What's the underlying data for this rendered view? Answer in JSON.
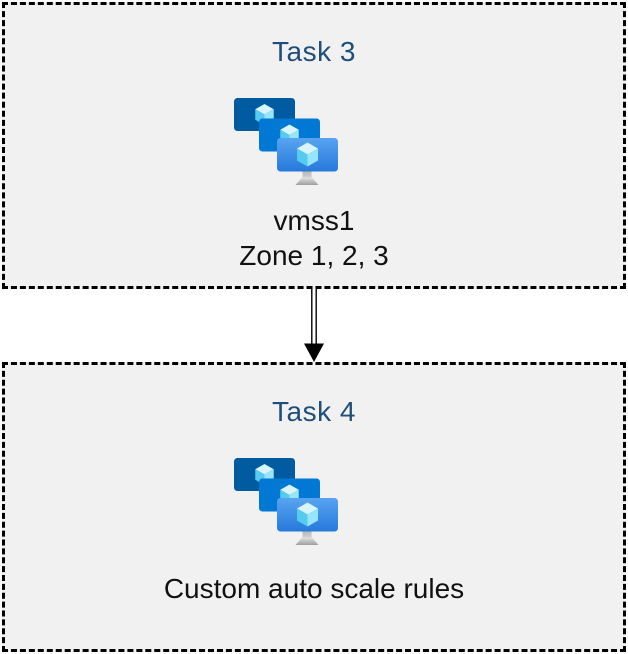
{
  "page": {
    "background": "#FFFFFF",
    "box_fill": "#F1F1F2",
    "box_border_color": "#000000",
    "title_color": "#1F4E79",
    "caption_color": "#111111"
  },
  "tasks": [
    {
      "title": "Task 3",
      "icon": "vm-scale-sets-icon",
      "caption_lines": [
        "vmss1",
        "Zone 1, 2, 3"
      ]
    },
    {
      "title": "Task 4",
      "icon": "vm-scale-sets-icon",
      "caption_lines": [
        "Custom auto scale rules"
      ]
    }
  ],
  "connector": {
    "type": "double-line-arrow",
    "direction": "down",
    "from": "Task 3",
    "to": "Task 4",
    "color": "#000000"
  },
  "icon_palette": {
    "monitor_back": "#005BA1",
    "monitor_middle": "#0078D4",
    "monitor_front_top": "#58A4F1",
    "monitor_front_bottom": "#2779DB",
    "cube_top": "#D7F5FE",
    "cube_left": "#55CBEF",
    "cube_right": "#97E5FA",
    "stand_light": "#E3E3E3",
    "stand_dark": "#9E9E9E"
  }
}
